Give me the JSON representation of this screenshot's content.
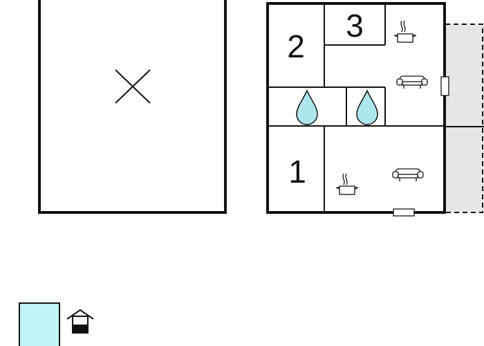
{
  "rooms": {
    "room_1_label": "1",
    "room_2_label": "2",
    "room_3_label": "3"
  },
  "icons": {
    "outbuilding_marker": "x-mark-icon",
    "bathroom": "water-drop-icon",
    "kitchen": "cooking-pot-icon",
    "living_room": "sofa-icon",
    "door": "door-icon",
    "legend_symbol": "house-icon"
  },
  "colors": {
    "walls": "#111111",
    "terrace_fill": "#e6e6e6",
    "water": "#aee6ef",
    "legend_swatch": "#bff5f7"
  }
}
